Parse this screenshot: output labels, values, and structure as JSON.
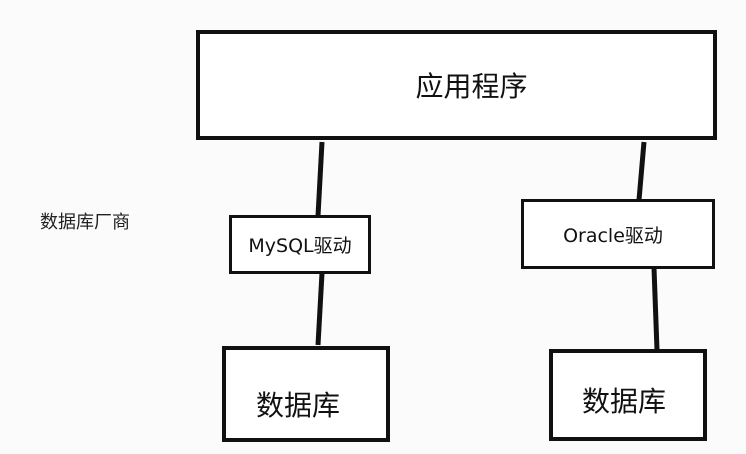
{
  "diagram": {
    "app": {
      "label": "应用程序"
    },
    "vendor_label": "数据库厂商",
    "drivers": [
      {
        "label": "MySQL驱动"
      },
      {
        "label": "Oracle驱动"
      }
    ],
    "databases": [
      {
        "label": "数据库"
      },
      {
        "label": "数据库"
      }
    ],
    "colors": {
      "line": "#111111",
      "box_fill": "#ffffff",
      "background": "#fbfbfb"
    }
  }
}
